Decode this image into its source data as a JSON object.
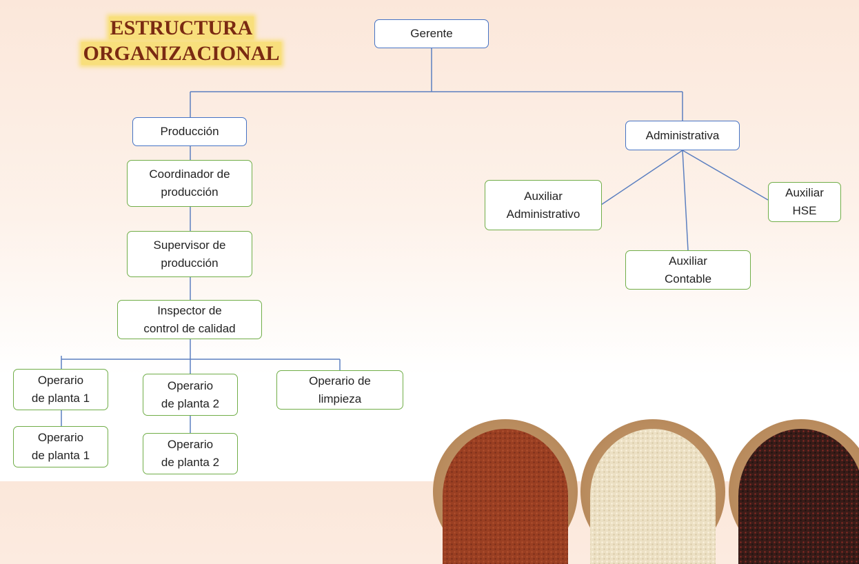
{
  "title": {
    "line1": "ESTRUCTURA",
    "line2": "ORGANIZACIONAL"
  },
  "nodes": {
    "gerente": "Gerente",
    "produccion": "Producción",
    "administrativa": "Administrativa",
    "coordinador": "Coordinador de\nproducción",
    "supervisor": "Supervisor de\nproducción",
    "inspector": "Inspector de\ncontrol de calidad",
    "operario_planta1": "Operario\nde planta 1",
    "operario_planta1_b": "Operario\nde planta 1",
    "operario_planta2": "Operario\nde planta 2",
    "operario_planta2_b": "Operario\nde planta 2",
    "operario_limpieza": "Operario de\nlimpieza",
    "aux_administrativo": "Auxiliar\nAdministrativo",
    "aux_contable": "Auxiliar\nContable",
    "aux_hse": "Auxiliar\nHSE"
  },
  "colors": {
    "blue_border": "#4472c4",
    "green_border": "#70ad47",
    "line": "#5b7fc0",
    "title": "#7a2a12",
    "title_highlight": "#f8df7c"
  }
}
